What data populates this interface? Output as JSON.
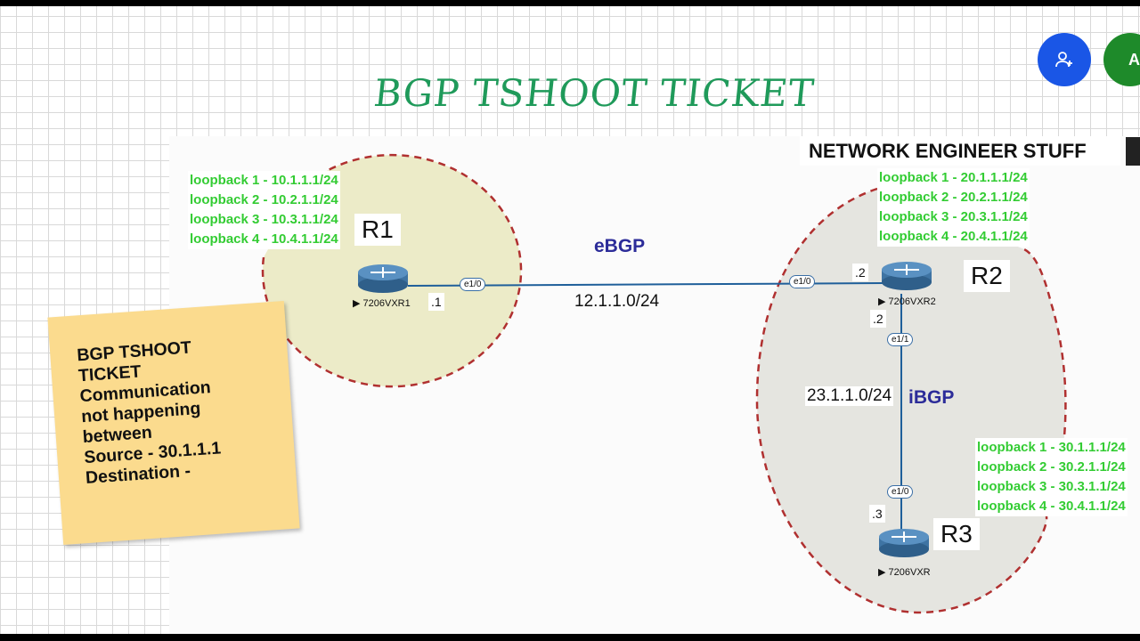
{
  "title": "BGP TSHOOT TICKET",
  "brand": "NETWORK ENGINEER STUFF",
  "header_buttons": {
    "account_initials": "AC",
    "add_icon": "add-person-icon"
  },
  "colors": {
    "title": "#1f9a5a",
    "loopback": "#33cc33",
    "protocol": "#2c2c99",
    "zone_border": "#b03030",
    "zone_r1": "#ecebc8",
    "zone_r2": "#e5e5e0",
    "note": "#fbdb8e"
  },
  "r1": {
    "label": "R1",
    "router_name": "▶ 7206VXR1",
    "loopbacks": [
      "loopback 1 - 10.1.1.1/24",
      "loopback 2 - 10.2.1.1/24",
      "loopback 3 - 10.3.1.1/24",
      "loopback 4 - 10.4.1.1/24"
    ],
    "iface": "e1/0",
    "ip_tag": ".1"
  },
  "r2": {
    "label": "R2",
    "router_name": "▶ 7206VXR2",
    "loopbacks": [
      "loopback 1 - 20.1.1.1/24",
      "loopback 2 - 20.2.1.1/24",
      "loopback 3 - 20.3.1.1/24",
      "loopback 4 - 20.4.1.1/24"
    ],
    "iface_left": "e1/0",
    "iface_down": "e1/1",
    "ip_left": ".2",
    "ip_down": ".2"
  },
  "r3": {
    "label": "R3",
    "router_name": "▶ 7206VXR",
    "loopbacks": [
      "loopback 1 - 30.1.1.1/24",
      "loopback 2 - 30.2.1.1/24",
      "loopback 3 - 30.3.1.1/24",
      "loopback 4 - 30.4.1.1/24"
    ],
    "iface": "e1/0",
    "ip_tag": ".3"
  },
  "links": {
    "r1_r2": {
      "protocol": "eBGP",
      "network": "12.1.1.0/24"
    },
    "r2_r3": {
      "protocol": "iBGP",
      "network": "23.1.1.0/24"
    }
  },
  "sticky_note": {
    "lines": [
      "BGP TSHOOT",
      "TICKET",
      "Communication",
      "not happening",
      "between",
      "Source - 30.1.1.1",
      "Destination -"
    ]
  }
}
